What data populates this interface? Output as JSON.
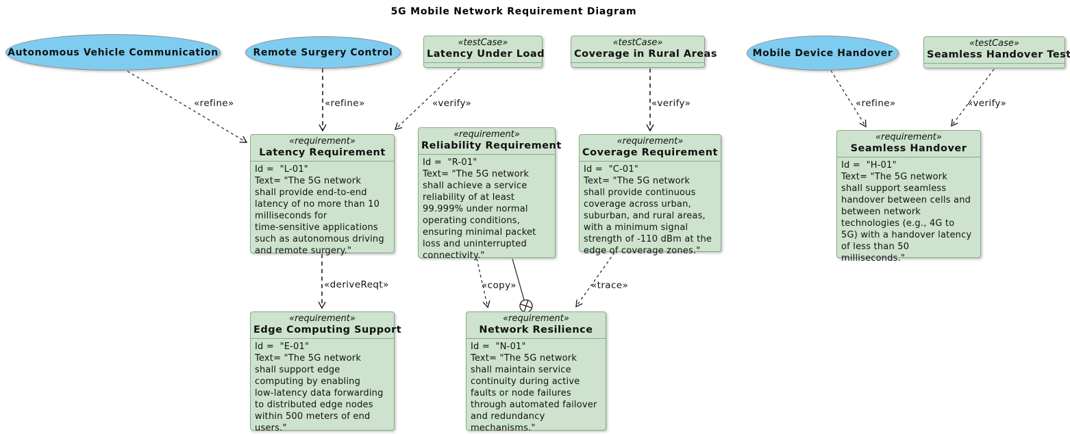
{
  "title": "5G Mobile Network Requirement Diagram",
  "colors": {
    "usecase_fill": "#7ecdf0",
    "usecase_border": "#8a8a8a",
    "node_fill": "#cde3cd",
    "node_border": "#86a886",
    "line": "#1c1c1c",
    "text": "#111111"
  },
  "usecases": [
    {
      "label": "Autonomous Vehicle Communication"
    },
    {
      "label": "Remote Surgery Control"
    },
    {
      "label": "Mobile Device Handover"
    }
  ],
  "testcases": [
    {
      "stereotype": "«testCase»",
      "name": "Latency Under Load"
    },
    {
      "stereotype": "«testCase»",
      "name": "Coverage in Rural Areas"
    },
    {
      "stereotype": "«testCase»",
      "name": "Seamless Handover Test"
    }
  ],
  "requirements": [
    {
      "stereotype": "«requirement»",
      "name": "Latency Requirement",
      "body": "Id =  \"L-01\"\nText= \"The 5G network\nshall provide end-to-end\nlatency of no more than 10\nmilliseconds for\ntime-sensitive applications\nsuch as autonomous driving\nand remote surgery.\""
    },
    {
      "stereotype": "«requirement»",
      "name": "Reliability Requirement",
      "body": "Id =  \"R-01\"\nText= \"The 5G network\nshall achieve a service\nreliability of at least\n99.999% under normal\noperating conditions,\nensuring minimal packet\nloss and uninterrupted\nconnectivity.\""
    },
    {
      "stereotype": "«requirement»",
      "name": "Coverage Requirement",
      "body": "Id =  \"C-01\"\nText= \"The 5G network\nshall provide continuous\ncoverage across urban,\nsuburban, and rural areas,\nwith a minimum signal\nstrength of -110 dBm at the\nedge of coverage zones.\""
    },
    {
      "stereotype": "«requirement»",
      "name": "Seamless Handover",
      "body": "Id =  \"H-01\"\nText= \"The 5G network\nshall support seamless\nhandover between cells and\nbetween network\ntechnologies (e.g., 4G to\n5G) with a handover latency\nof less than 50\nmilliseconds.\""
    },
    {
      "stereotype": "«requirement»",
      "name": "Edge Computing Support",
      "body": "Id =  \"E-01\"\nText= \"The 5G network\nshall support edge\ncomputing by enabling\nlow-latency data forwarding\nto distributed edge nodes\nwithin 500 meters of end\nusers.\""
    },
    {
      "stereotype": "«requirement»",
      "name": "Network Resilience",
      "body": "Id =  \"N-01\"\nText= \"The 5G network\nshall maintain service\ncontinuity during active\nfaults or node failures\nthrough automated failover\nand redundancy\nmechanisms.\""
    }
  ],
  "edges": [
    {
      "label": "«refine»"
    },
    {
      "label": "«refine»"
    },
    {
      "label": "«verify»"
    },
    {
      "label": "«verify»"
    },
    {
      "label": "«refine»"
    },
    {
      "label": "«verify»"
    },
    {
      "label": "«deriveReqt»"
    },
    {
      "label": "«copy»"
    },
    {
      "label": "«trace»"
    }
  ]
}
